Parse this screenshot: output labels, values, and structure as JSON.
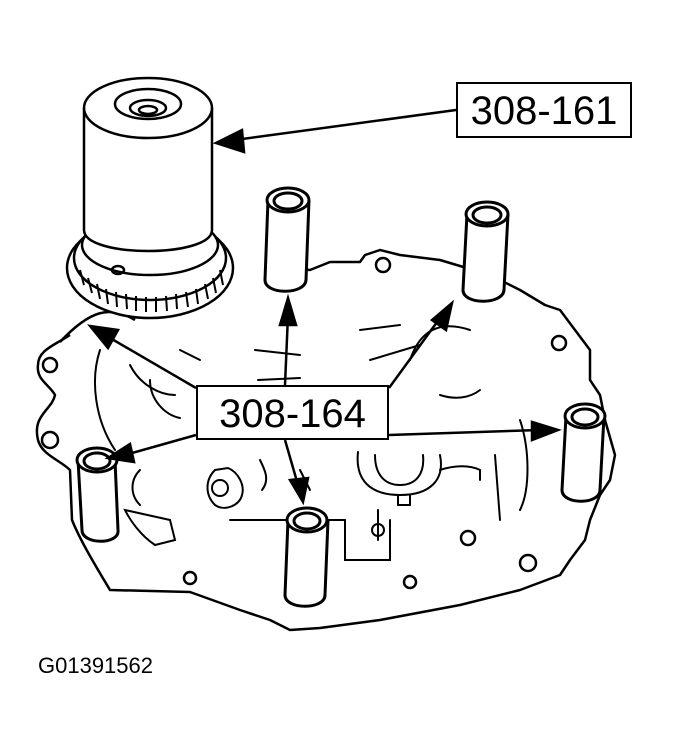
{
  "diagram": {
    "subject": "transfer case / transmission housing with special tools installed",
    "callouts": [
      {
        "id": "tool-308-161",
        "label": "308-161",
        "points_to": "gear installer cylinder on top of gear"
      },
      {
        "id": "tool-308-164",
        "label": "308-164",
        "points_to": "alignment pins (guide studs) around housing flange"
      }
    ],
    "figure_id": "G01391562",
    "colors": {
      "line": "#000000",
      "background": "#ffffff"
    }
  }
}
